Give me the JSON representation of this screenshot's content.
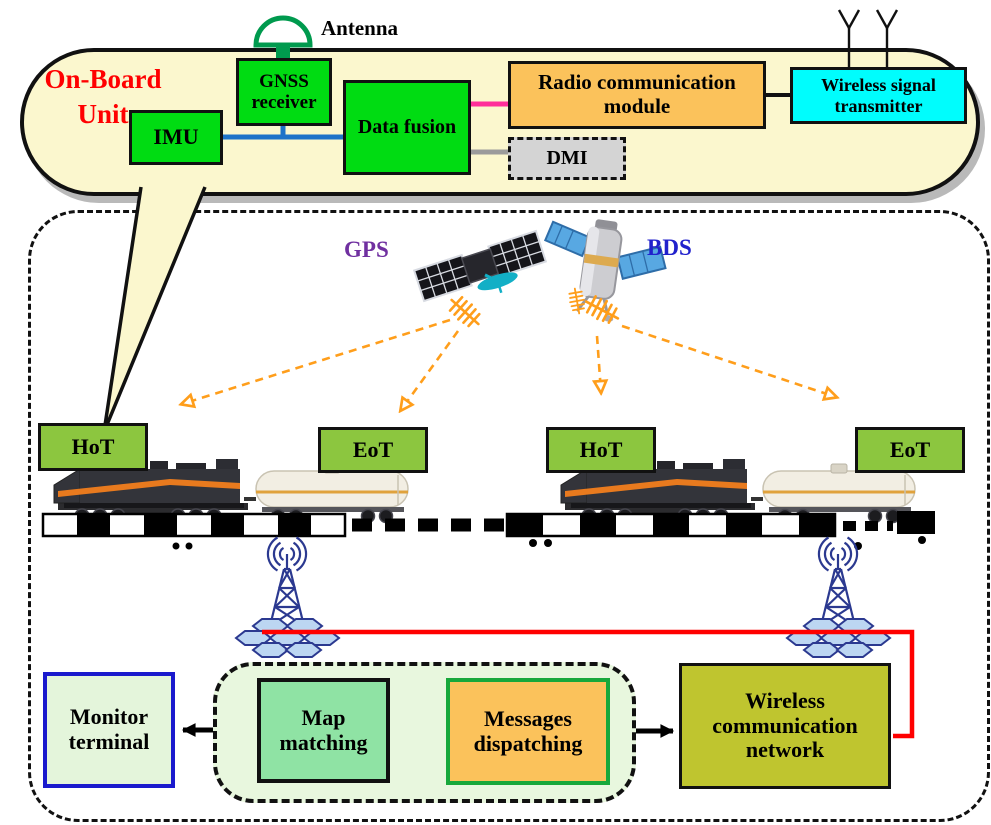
{
  "onboard_unit": {
    "title": "On-Board Unit",
    "antenna_label": "Antenna",
    "gnss_receiver": "GNSS receiver",
    "imu": "IMU",
    "data_fusion": "Data fusion",
    "radio_module": "Radio communication module",
    "dmi": "DMI",
    "transmitter": "Wireless signal transmitter"
  },
  "satellites": {
    "gps_label": "GPS",
    "bds_label": "BDS"
  },
  "train_labels": {
    "hot": "HoT",
    "eot": "EoT"
  },
  "ground_segment": {
    "monitor_terminal": "Monitor terminal",
    "map_matching": "Map matching",
    "messages_dispatching": "Messages dispatching",
    "wireless_network": "Wireless communication network"
  },
  "colors": {
    "unit_fill": "#FBF7CE",
    "green_box": "#00DC12",
    "orange_box": "#FBC25B",
    "cyan_box": "#00FDFD",
    "gray_box": "#D4D4D4",
    "hot_eot_green": "#8CC63F",
    "map_green": "#8FE3A4",
    "light_green_fill": "#E6F6DC",
    "olive_box": "#BFC52F",
    "title_red": "#FF0000",
    "gps_purple": "#7030A0",
    "bds_blue": "#2121CC",
    "tower_blue": "#2B3990",
    "signal_orange": "#FF9E1B",
    "link_red": "#FF0000",
    "line_blue": "#1E73C8",
    "line_pink": "#FF2E9A",
    "line_gray": "#9B9B9B"
  }
}
